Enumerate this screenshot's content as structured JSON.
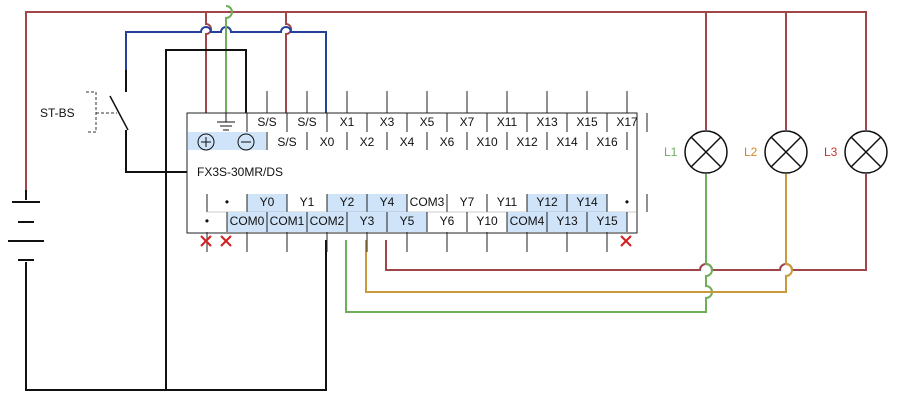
{
  "plc": {
    "model": "FX3S-30MR/DS",
    "inputs_top": [
      "S/S",
      "S/S",
      "X1",
      "X3",
      "X5",
      "X7",
      "X11",
      "X13",
      "X15",
      "X17"
    ],
    "inputs_bottom": [
      "S/S",
      "X0",
      "X2",
      "X4",
      "X6",
      "X10",
      "X12",
      "X14",
      "X16"
    ],
    "outputs_top": [
      "•",
      "Y0",
      "Y1",
      "Y2",
      "Y4",
      "COM3",
      "Y7",
      "Y11",
      "Y12",
      "Y14",
      "•"
    ],
    "outputs_bottom": [
      "•",
      "COM0",
      "COM1",
      "COM2",
      "Y3",
      "Y5",
      "Y6",
      "Y10",
      "COM4",
      "Y13",
      "Y15"
    ]
  },
  "switch": {
    "label": "ST-BS"
  },
  "lamps": [
    {
      "label": "L1",
      "color": "#6fae58"
    },
    {
      "label": "L2",
      "color": "#d4852a"
    },
    {
      "label": "L3",
      "color": "#c0392b"
    }
  ]
}
